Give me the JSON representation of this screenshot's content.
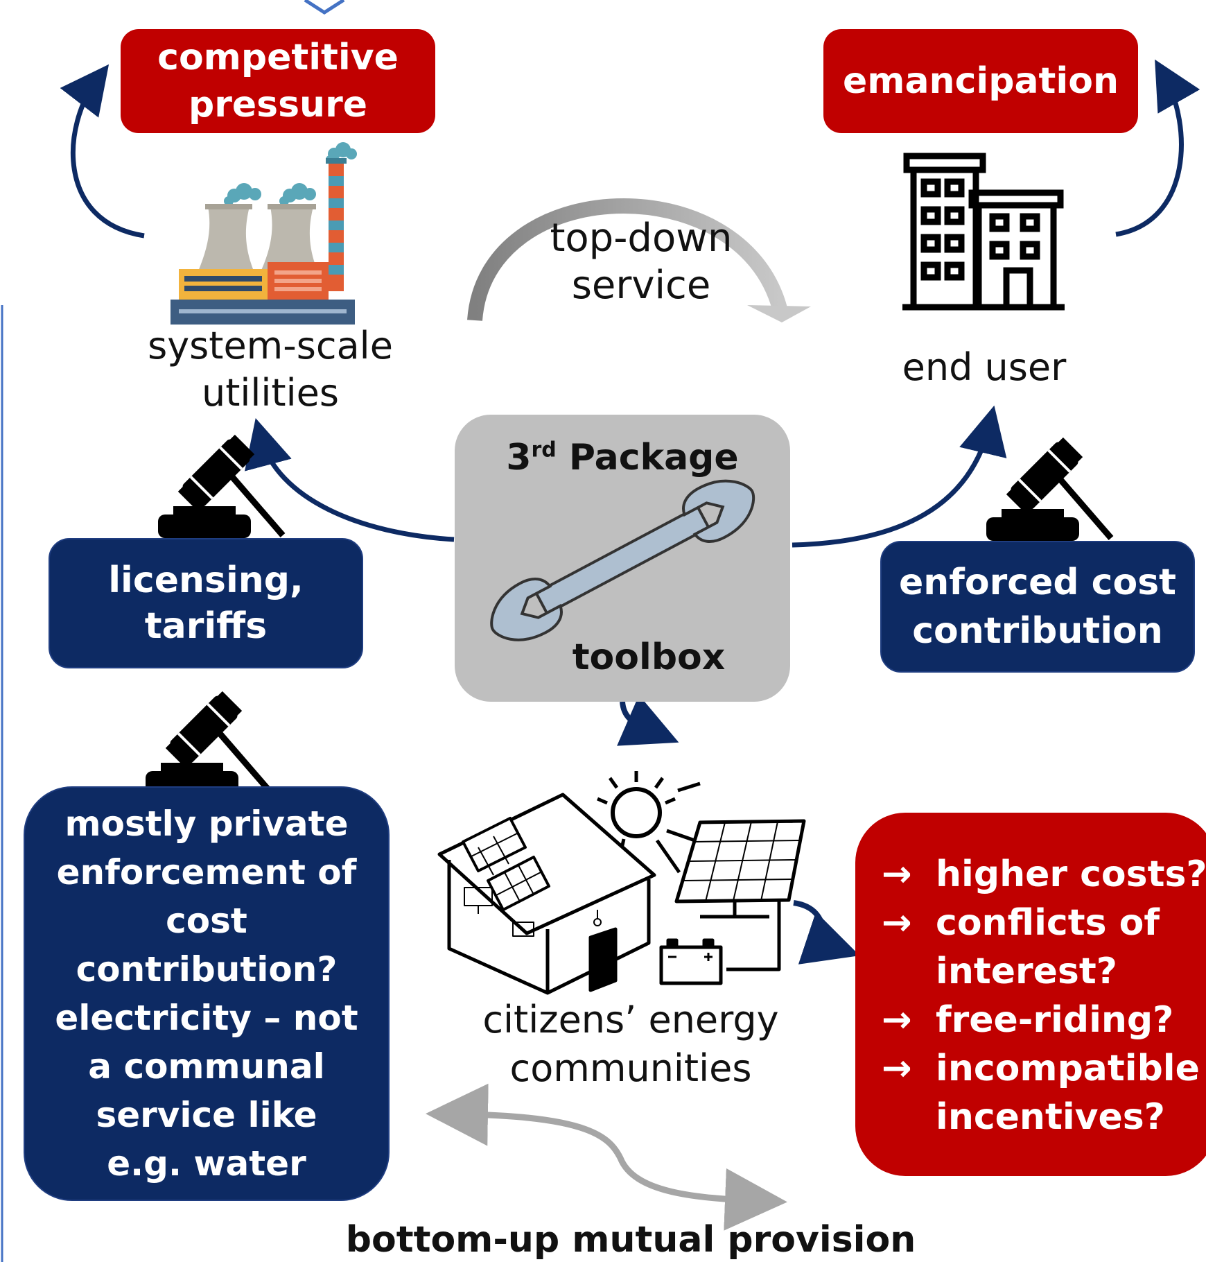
{
  "competitive_pressure": [
    "competitive",
    "pressure"
  ],
  "emancipation": "emancipation",
  "top_down": [
    "top-down",
    "service"
  ],
  "system_scale": [
    "system-scale",
    "utilities"
  ],
  "end_user": "end user",
  "package": {
    "ord": "3",
    "sup": "rd",
    "word": " Package",
    "toolbox": "toolbox"
  },
  "licensing": [
    "licensing,",
    "tariffs"
  ],
  "enforced": [
    "enforced cost",
    "contribution"
  ],
  "private_enforcement": [
    "mostly private",
    "enforcement of",
    "cost",
    "contribution?",
    "electricity – not",
    "a communal",
    "service like",
    "e.g. water"
  ],
  "citizens": [
    "citizens’ energy",
    "communities"
  ],
  "risks": {
    "arrow": "→",
    "lines": [
      {
        "arrow": true,
        "text": "higher costs?"
      },
      {
        "arrow": true,
        "text": "conflicts of"
      },
      {
        "arrow": false,
        "text": "interest?"
      },
      {
        "arrow": true,
        "text": "free-riding?"
      },
      {
        "arrow": true,
        "text": "incompatible"
      },
      {
        "arrow": false,
        "text": "incentives?"
      }
    ]
  },
  "bottom_up": "bottom-up mutual provision",
  "colors": {
    "red": "#c00000",
    "navy": "#0d2a63",
    "gray_box": "#bfbfbf",
    "arrow_gray": "#a6a6a6"
  }
}
